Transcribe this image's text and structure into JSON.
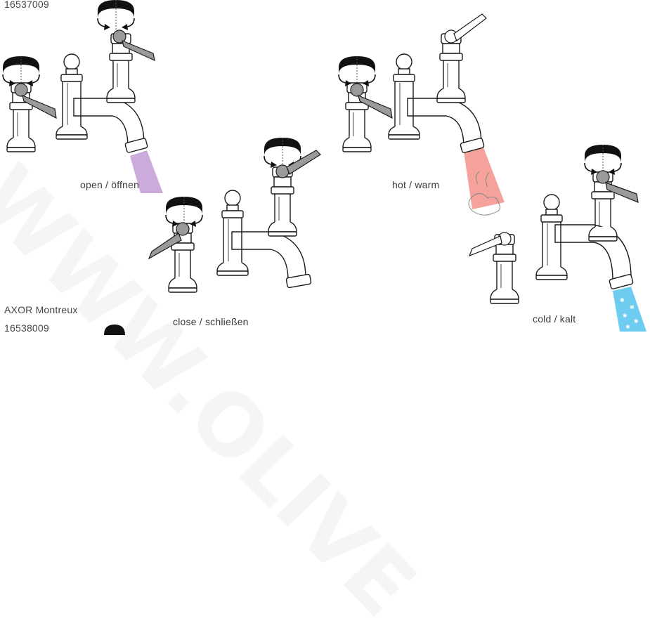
{
  "labels": {
    "model_top": "16537009",
    "open": "open / öffnen",
    "close": "close / schließen",
    "hot": "hot / warm",
    "cold": "cold / kalt",
    "brand_bottom": "AXOR Montreux",
    "model_bottom": "16538009"
  },
  "colors": {
    "open_flow": "#b98fd0",
    "hot_flow": "#f07a70",
    "cold_flow": "#55c3ee",
    "handle_fill": "#9a9a9a",
    "outline": "#1a1a1a"
  }
}
